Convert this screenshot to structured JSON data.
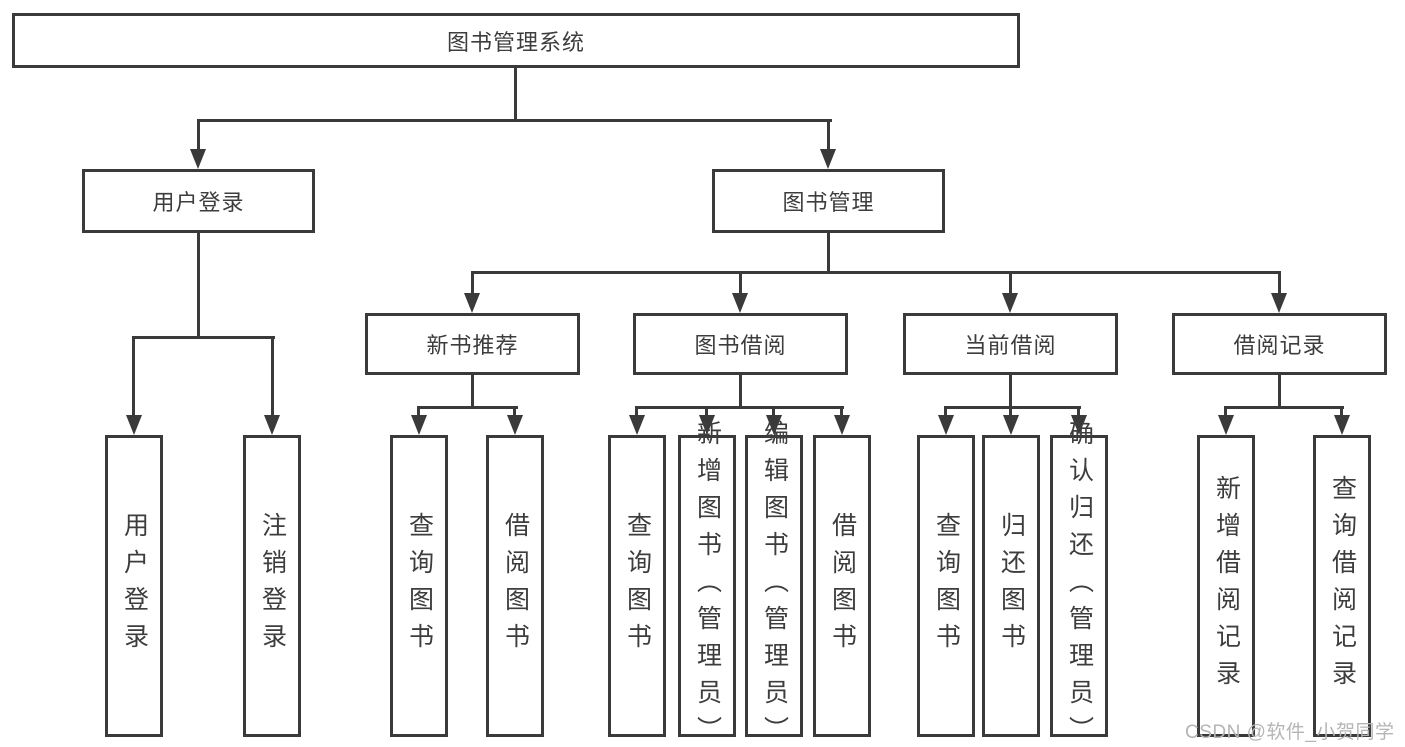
{
  "diagram": {
    "root": "图书管理系统",
    "level2": {
      "user_login": "用户登录",
      "book_mgmt": "图书管理"
    },
    "level3": {
      "new_books": "新书推荐",
      "book_borrow": "图书借阅",
      "current_borrow": "当前借阅",
      "borrow_records": "借阅记录"
    },
    "leaves": {
      "user_login": [
        "用户登录",
        "注销登录"
      ],
      "new_books": [
        "查询图书",
        "借阅图书"
      ],
      "book_borrow": [
        "查询图书",
        "新增图书（管理员）",
        "编辑图书（管理员）",
        "借阅图书"
      ],
      "current_borrow": [
        "查询图书",
        "归还图书",
        "确认归还（管理员）"
      ],
      "borrow_records": [
        "新增借阅记录",
        "查询借阅记录"
      ]
    }
  },
  "watermark": "CSDN @软件_小贺同学",
  "colors": {
    "line": "#3a3a3a",
    "text": "#3d3d3d",
    "box_fill": "#ffffff",
    "background": "#ffffff",
    "watermark": "#b5b5b5"
  }
}
